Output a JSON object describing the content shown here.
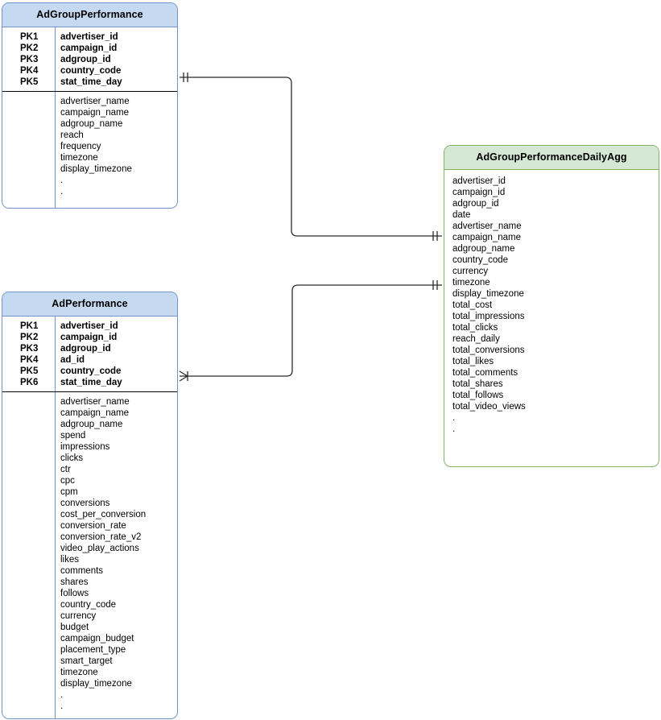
{
  "diagram": {
    "type": "entity-relationship-diagram",
    "colors": {
      "blue_header_fill": "#c5d9f1",
      "blue_border": "#7094c8",
      "green_header_fill": "#d5e8d4",
      "green_border": "#82b366",
      "connector_stroke": "#2b2b2b",
      "divider": "#000000",
      "background": "#ffffff"
    }
  },
  "entities": [
    {
      "id": "adgroup_performance",
      "title": "AdGroupPerformance",
      "style": "blue",
      "keys": [
        {
          "pk": "PK1",
          "field": "advertiser_id"
        },
        {
          "pk": "PK2",
          "field": "campaign_id"
        },
        {
          "pk": "PK3",
          "field": "adgroup_id"
        },
        {
          "pk": "PK4",
          "field": "country_code"
        },
        {
          "pk": "PK5",
          "field": "stat_time_day"
        }
      ],
      "attributes": [
        "advertiser_name",
        "campaign_name",
        "adgroup_name",
        "reach",
        "frequency",
        "timezone",
        "display_timezone",
        ".",
        "."
      ]
    },
    {
      "id": "ad_performance",
      "title": "AdPerformance",
      "style": "blue",
      "keys": [
        {
          "pk": "PK1",
          "field": "advertiser_id"
        },
        {
          "pk": "PK2",
          "field": "campaign_id"
        },
        {
          "pk": "PK3",
          "field": "adgroup_id"
        },
        {
          "pk": "PK4",
          "field": "ad_id"
        },
        {
          "pk": "PK5",
          "field": "country_code"
        },
        {
          "pk": "PK6",
          "field": "stat_time_day"
        }
      ],
      "attributes": [
        "advertiser_name",
        "campaign_name",
        "adgroup_name",
        "spend",
        "impressions",
        "clicks",
        "ctr",
        "cpc",
        "cpm",
        "conversions",
        "cost_per_conversion",
        "conversion_rate",
        "conversion_rate_v2",
        "video_play_actions",
        "likes",
        "comments",
        "shares",
        "follows",
        "country_code",
        "currency",
        "budget",
        "campaign_budget",
        "placement_type",
        "smart_target",
        "timezone",
        "display_timezone",
        ".",
        "."
      ]
    },
    {
      "id": "adgroup_performance_daily_agg",
      "title": "AdGroupPerformanceDailyAgg",
      "style": "green",
      "keys": [],
      "attributes": [
        "advertiser_id",
        "campaign_id",
        "adgroup_id",
        "date",
        "advertiser_name",
        "campaign_name",
        "adgroup_name",
        "country_code",
        "currency",
        "timezone",
        "display_timezone",
        "total_cost",
        "total_impressions",
        "total_clicks",
        "reach_daily",
        "total_conversions",
        "total_likes",
        "total_comments",
        "total_shares",
        "total_follows",
        "total_video_views",
        ".",
        "."
      ]
    }
  ],
  "relationships": [
    {
      "id": "rel-adgroup-to-agg",
      "from": "adgroup_performance",
      "to": "adgroup_performance_daily_agg",
      "from_cardinality": "one-and-only-one",
      "to_cardinality": "one-and-only-one"
    },
    {
      "id": "rel-ad-to-agg",
      "from": "ad_performance",
      "to": "adgroup_performance_daily_agg",
      "from_cardinality": "one-or-many",
      "to_cardinality": "one-and-only-one"
    }
  ]
}
